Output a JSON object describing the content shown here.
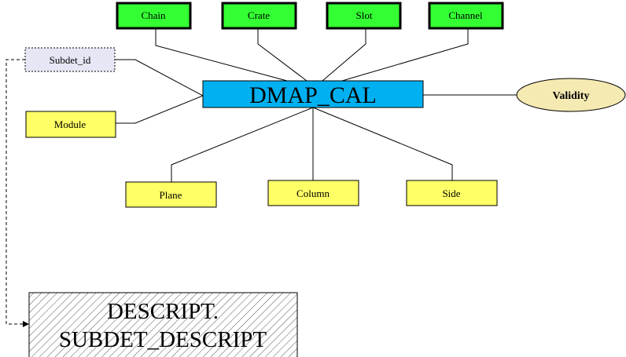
{
  "center": {
    "label": "DMAP_CAL",
    "fill": "#00b0f0"
  },
  "top_nodes": [
    {
      "label": "Chain"
    },
    {
      "label": "Crate"
    },
    {
      "label": "Slot"
    },
    {
      "label": "Channel"
    }
  ],
  "top_fill": "#33ff33",
  "left_nodes": {
    "subdet": {
      "label": "Subdet_id",
      "fill": "#e6e6f5"
    },
    "module": {
      "label": "Module",
      "fill": "#ffff66"
    }
  },
  "bottom_nodes": [
    {
      "label": "Plane"
    },
    {
      "label": "Column"
    },
    {
      "label": "Side"
    }
  ],
  "bottom_fill": "#ffff66",
  "validity": {
    "label": "Validity",
    "fill": "#f5eab2"
  },
  "descript": {
    "line1": "DESCRIPT.",
    "line2": "SUBDET_DESCRIPT"
  }
}
